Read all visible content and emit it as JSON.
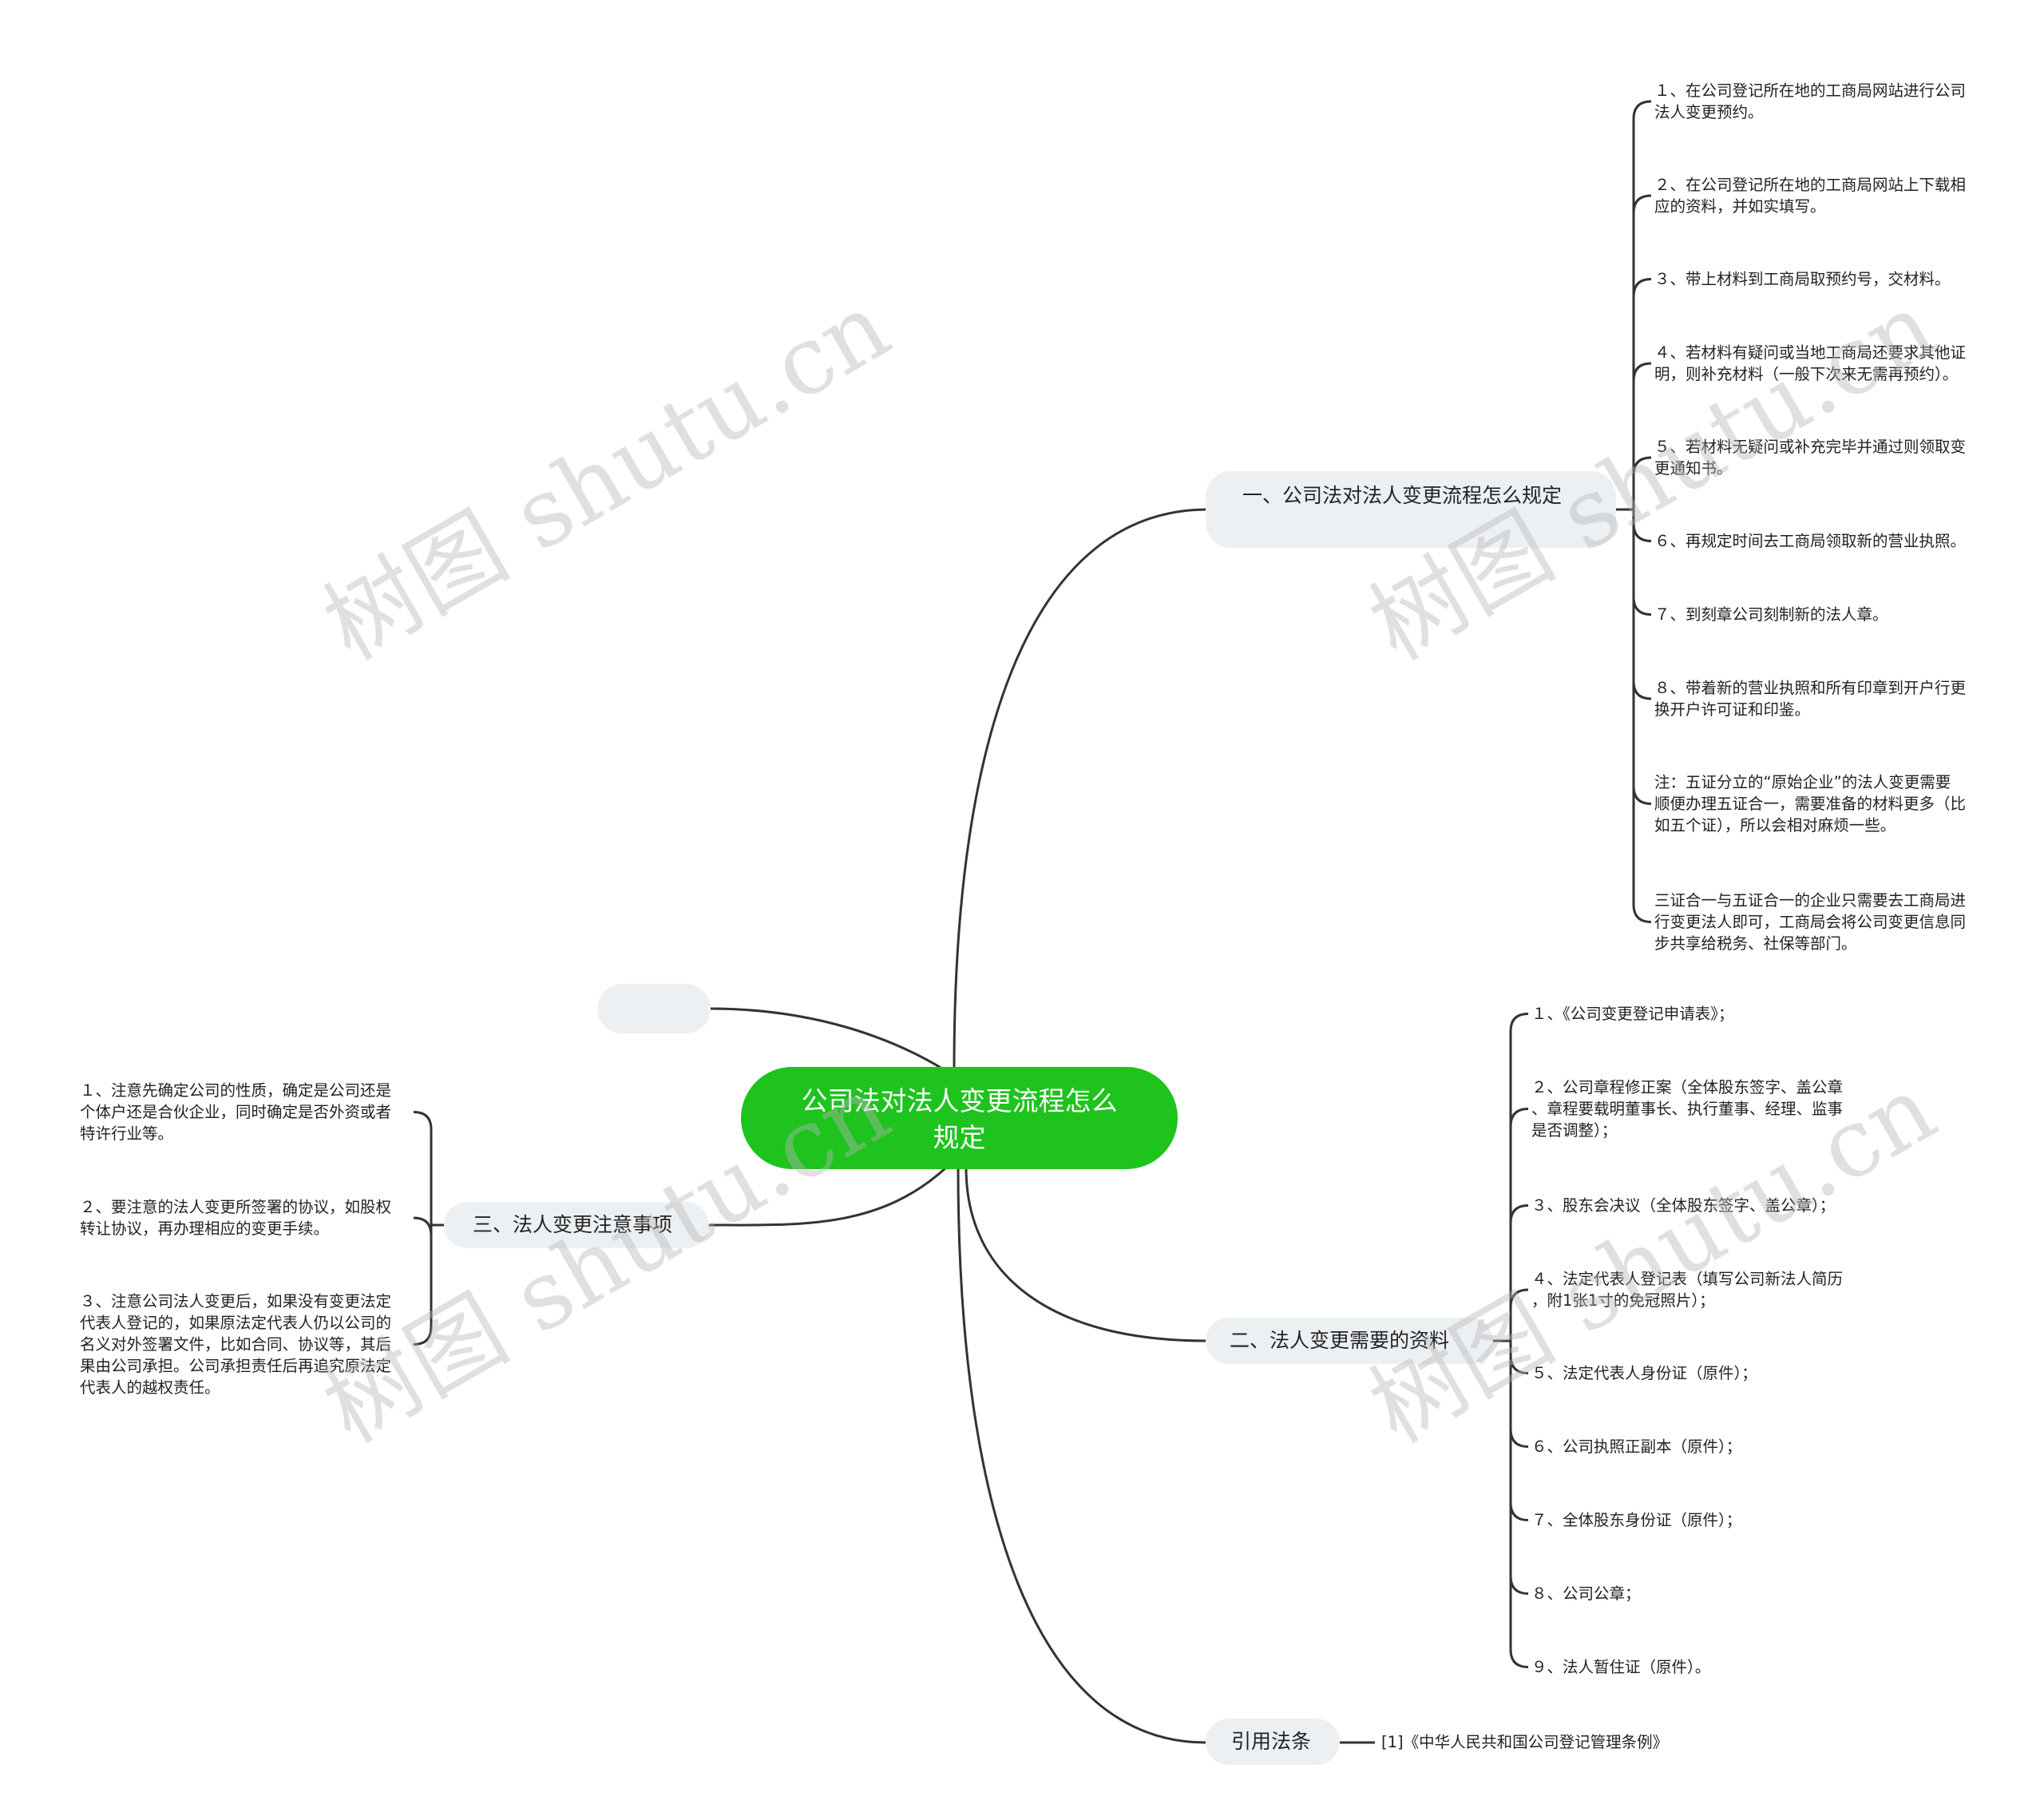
{
  "root": {
    "label": "公司法对法人变更流程怎么规定"
  },
  "branches": {
    "procedure": {
      "label": "一、公司法对法人变更流程怎么规定",
      "items": [
        "１、在公司登记所在地的工商局网站进行公司\n法人变更预约。",
        "２、在公司登记所在地的工商局网站上下载相\n应的资料，并如实填写。",
        "３、带上材料到工商局取预约号，交材料。",
        "４、若材料有疑问或当地工商局还要求其他证\n明，则补充材料（一般下次来无需再预约）。",
        "５、若材料无疑问或补充完毕并通过则领取变\n更通知书。",
        "６、再规定时间去工商局领取新的营业执照。",
        "７、到刻章公司刻制新的法人章。",
        "８、带着新的营业执照和所有印章到开户行更\n换开户许可证和印鉴。",
        "注：五证分立的“原始企业”的法人变更需要\n顺便办理五证合一，需要准备的材料更多（比\n如五个证），所以会相对麻烦一些。",
        "三证合一与五证合一的企业只需要去工商局进\n行变更法人即可，工商局会将公司变更信息同\n步共享给税务、社保等部门。"
      ]
    },
    "materials": {
      "label": "二、法人变更需要的资料",
      "items": [
        "１、《公司变更登记申请表》；",
        "２、公司章程修正案（全体股东签字、盖公章\n、章程要载明董事长、执行董事、经理、监事\n是否调整）；",
        "３、股东会决议（全体股东签字、盖公章）；",
        "４、法定代表人登记表（填写公司新法人简历\n，附1张1寸的免冠照片）；",
        "５、法定代表人身份证（原件）；",
        "６、公司执照正副本（原件）；",
        "７、全体股东身份证（原件）；",
        "８、公司公章；",
        "９、法人暂住证（原件）。"
      ]
    },
    "notes": {
      "label": "三、法人变更注意事项",
      "items": [
        "１、注意先确定公司的性质，确定是公司还是\n个体户还是合伙企业，同时确定是否外资或者\n特许行业等。",
        "２、要注意的法人变更所签署的协议，如股权\n转让协议，再办理相应的变更手续。",
        "３、注意公司法人变更后，如果没有变更法定\n代表人登记的，如果原法定代表人仍以公司的\n名义对外签署文件，比如合同、协议等，其后\n果由公司承担。公司承担责任后再追究原法定\n代表人的越权责任。"
      ]
    },
    "law": {
      "label": "引用法条",
      "items": [
        "[1]《中华人民共和国公司登记管理条例》"
      ]
    },
    "empty": {
      "label": ""
    }
  },
  "watermark": "树图 shutu.cn",
  "colors": {
    "root": "#1ec31e",
    "branch_bg": "#edf0f3",
    "line": "#333333"
  }
}
